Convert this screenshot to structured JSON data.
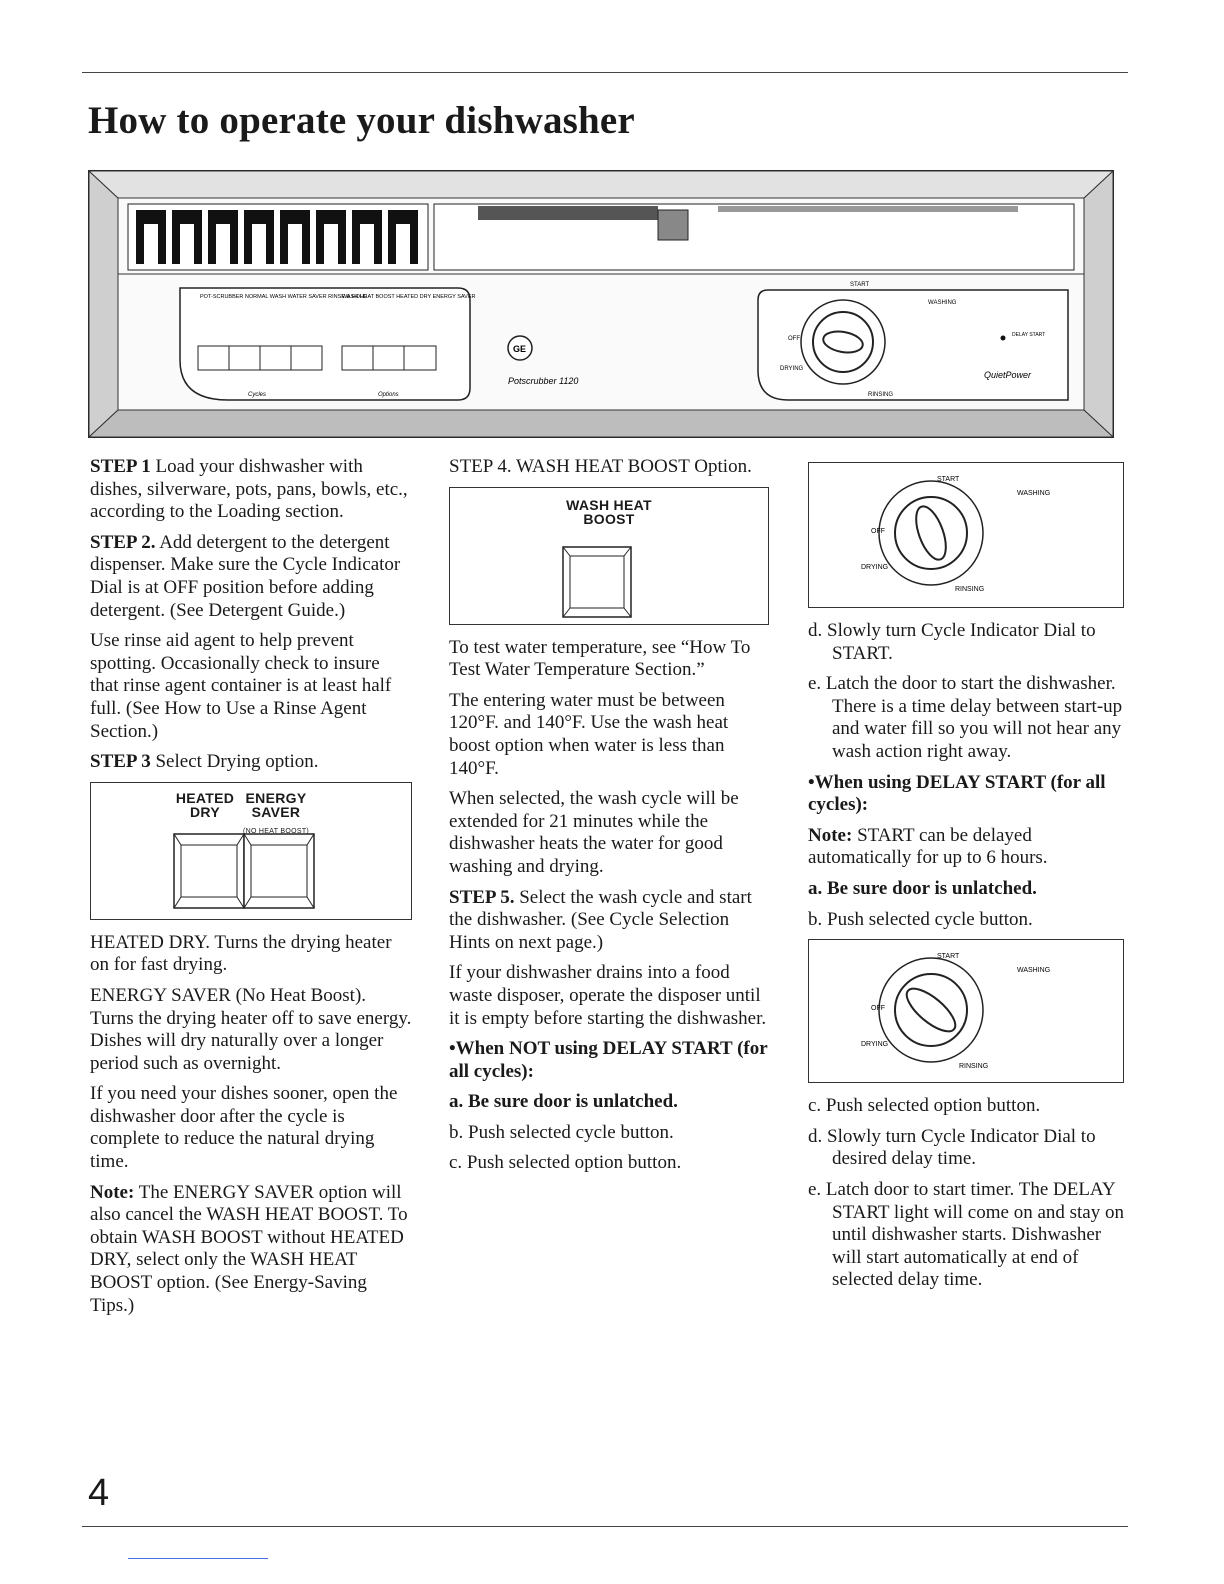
{
  "page": {
    "title": "How to operate your dishwasher",
    "number": "4"
  },
  "panel": {
    "cycle_buttons_label": "POT-SCRUBBER NORMAL WASH WATER SAVER RINSE & HOLD",
    "option_buttons_label": "WASH HEAT BOOST HEATED DRY ENERGY SAVER",
    "cycles_label": "Cycles",
    "options_label": "Options",
    "logo": "GE",
    "model": "Potscrubber 1120",
    "brand": "QuietPower",
    "dial_start": "START",
    "dial_washing": "WASHING",
    "dial_off": "OFF",
    "dial_drying": "DRYING",
    "dial_rinsing": "RINSING",
    "delay_start": "DELAY START"
  },
  "col1": {
    "step1_head": "STEP 1",
    "step1": "Load your dishwasher with dishes, silverware, pots, pans, bowls, etc., according to the Loading section.",
    "step2_head": "STEP 2.",
    "step2": "Add detergent to the detergent dispenser. Make sure the Cycle Indicator Dial is at OFF position before adding detergent. (See Detergent Guide.)",
    "rinse": "Use rinse aid agent to help prevent spotting. Occasionally check to insure that rinse agent container is at least half full. (See How to Use a Rinse Agent Section.)",
    "step3_head": "STEP 3",
    "step3": "Select Drying option.",
    "btn_heated": "HEATED DRY",
    "btn_energy": "ENERGY SAVER",
    "btn_energy_sub": "(NO HEAT BOOST)",
    "heated_dry": "HEATED DRY. Turns the drying heater on for fast drying.",
    "energy_saver": "ENERGY SAVER (No Heat Boost). Turns the drying heater off to save energy. Dishes will dry naturally over a longer period such as overnight.",
    "sooner": "If you need your dishes sooner, open the dishwasher door after the cycle is complete to reduce the natural drying time.",
    "note_head": "Note:",
    "note": "The ENERGY SAVER option will also cancel the WASH HEAT BOOST. To obtain WASH BOOST without HEATED DRY, select only the WASH HEAT BOOST option. (See Energy-Saving Tips.)"
  },
  "col2": {
    "step4": "STEP 4. WASH HEAT BOOST Option.",
    "btn_wash": "WASH HEAT",
    "btn_boost": "BOOST",
    "test": "To test water temperature, see “How To Test Water Temperature Section.”",
    "entering": "The entering water must be between 120°F. and 140°F. Use the wash heat boost option when water is less than 140°F.",
    "selected": "When selected, the wash cycle will be extended for 21 minutes while the dishwasher heats the water for good washing and drying.",
    "step5_head": "STEP 5.",
    "step5": "Select the wash cycle and start the dishwasher. (See Cycle Selection Hints on next page.)",
    "disposer": "If your dishwasher drains into a food waste disposer, operate the disposer until it is empty before starting the dishwasher.",
    "when_not": "•When NOT using DELAY START (for all cycles):",
    "a": "a. Be sure door is unlatched.",
    "b": "b. Push selected cycle button.",
    "c": "c. Push selected option button."
  },
  "col3": {
    "d": "d. Slowly turn Cycle Indicator Dial to START.",
    "e": "e. Latch the door to start the dishwasher. There is a time delay between start-up and water fill so you will not hear any wash action right away.",
    "when_using": "•When using DELAY START (for all cycles):",
    "note_head": "Note:",
    "note": "START can be delayed automatically for up to 6 hours.",
    "a": "a. Be sure door is unlatched.",
    "b": "b. Push selected cycle button.",
    "c2": "c. Push selected option button.",
    "d2": "d. Slowly turn Cycle Indicator Dial to desired delay time.",
    "e2": "e. Latch door to start timer. The DELAY START light will come on and stay on until dishwasher starts. Dishwasher will start automatically at end of selected delay time."
  }
}
